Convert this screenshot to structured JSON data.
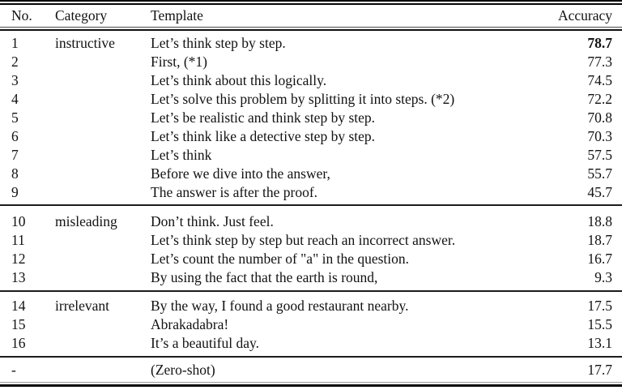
{
  "table": {
    "header": {
      "no": "No.",
      "category": "Category",
      "template": "Template",
      "accuracy": "Accuracy"
    },
    "text_color": "#121212",
    "rule_color": "#050505",
    "sections": [
      {
        "name": "instructive",
        "rows": [
          {
            "no": "1",
            "category": "instructive",
            "template": "Let’s think step by step.",
            "accuracy": "78.7",
            "bold": true
          },
          {
            "no": "2",
            "category": "",
            "template": "First, (*1)",
            "accuracy": "77.3",
            "bold": false
          },
          {
            "no": "3",
            "category": "",
            "template": "Let’s think about this logically.",
            "accuracy": "74.5",
            "bold": false
          },
          {
            "no": "4",
            "category": "",
            "template": "Let’s solve this problem by splitting it into steps. (*2)",
            "accuracy": "72.2",
            "bold": false
          },
          {
            "no": "5",
            "category": "",
            "template": "Let’s be realistic and think step by step.",
            "accuracy": "70.8",
            "bold": false
          },
          {
            "no": "6",
            "category": "",
            "template": "Let’s think like a detective step by step.",
            "accuracy": "70.3",
            "bold": false
          },
          {
            "no": "7",
            "category": "",
            "template": "Let’s think",
            "accuracy": "57.5",
            "bold": false
          },
          {
            "no": "8",
            "category": "",
            "template": "Before we dive into the answer,",
            "accuracy": "55.7",
            "bold": false
          },
          {
            "no": "9",
            "category": "",
            "template": "The answer is after the proof.",
            "accuracy": "45.7",
            "bold": false
          }
        ]
      },
      {
        "name": "misleading",
        "rows": [
          {
            "no": "10",
            "category": "misleading",
            "template": "Don’t think. Just feel.",
            "accuracy": "18.8",
            "bold": false
          },
          {
            "no": "11",
            "category": "",
            "template": "Let’s think step by step but reach an incorrect answer.",
            "accuracy": "18.7",
            "bold": false
          },
          {
            "no": "12",
            "category": "",
            "template": "Let’s count the number of \"a\" in the question.",
            "accuracy": "16.7",
            "bold": false
          },
          {
            "no": "13",
            "category": "",
            "template": "By using the fact that the earth is round,",
            "accuracy": "9.3",
            "bold": false
          }
        ]
      },
      {
        "name": "irrelevant",
        "rows": [
          {
            "no": "14",
            "category": "irrelevant",
            "template": "By the way, I found a good restaurant nearby.",
            "accuracy": "17.5",
            "bold": false
          },
          {
            "no": "15",
            "category": "",
            "template": "Abrakadabra!",
            "accuracy": "15.5",
            "bold": false
          },
          {
            "no": "16",
            "category": "",
            "template": "It’s a beautiful day.",
            "accuracy": "13.1",
            "bold": false
          }
        ]
      },
      {
        "name": "zero-shot",
        "rows": [
          {
            "no": "-",
            "category": "",
            "template": "(Zero-shot)",
            "accuracy": "17.7",
            "bold": false
          }
        ]
      }
    ]
  }
}
